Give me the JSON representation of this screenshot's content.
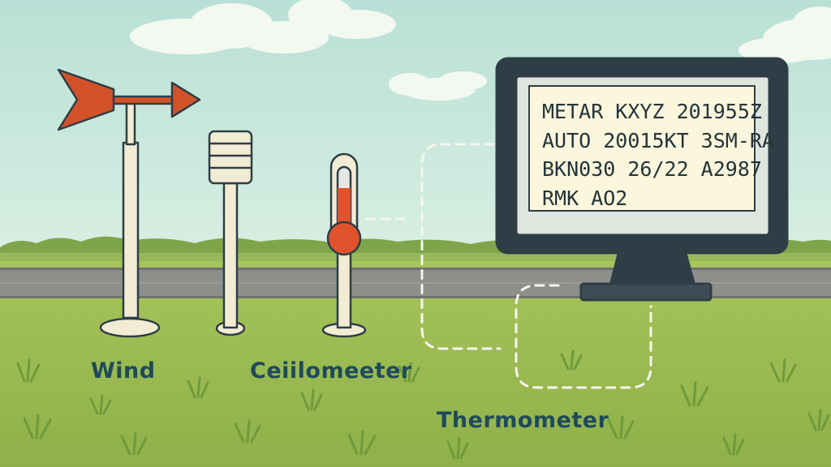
{
  "labels": {
    "wind": "Wind",
    "ceilometer": "Ceiilomeeter",
    "thermometer": "Thermometer"
  },
  "monitor": {
    "metar_lines": [
      "METAR KXYZ 201955Z",
      "AUTO 20015KT 3SM-RA",
      "BKN030 26/22 A2987",
      "RMK AO2"
    ]
  },
  "colors": {
    "sky": "#c7e6dc",
    "grass": "#9dbc52",
    "runway": "#8c8f8a",
    "vane_arrow": "#d2532a",
    "thermometer_fluid": "#e0522c",
    "monitor_frame": "#2f3e46",
    "screen": "#fbf6dc",
    "label_text": "#1e4a5c"
  },
  "icons": [
    "wind-vane-icon",
    "ceilometer-icon",
    "thermometer-icon",
    "monitor-icon",
    "cloud-icon",
    "grass-tuft-icon"
  ]
}
